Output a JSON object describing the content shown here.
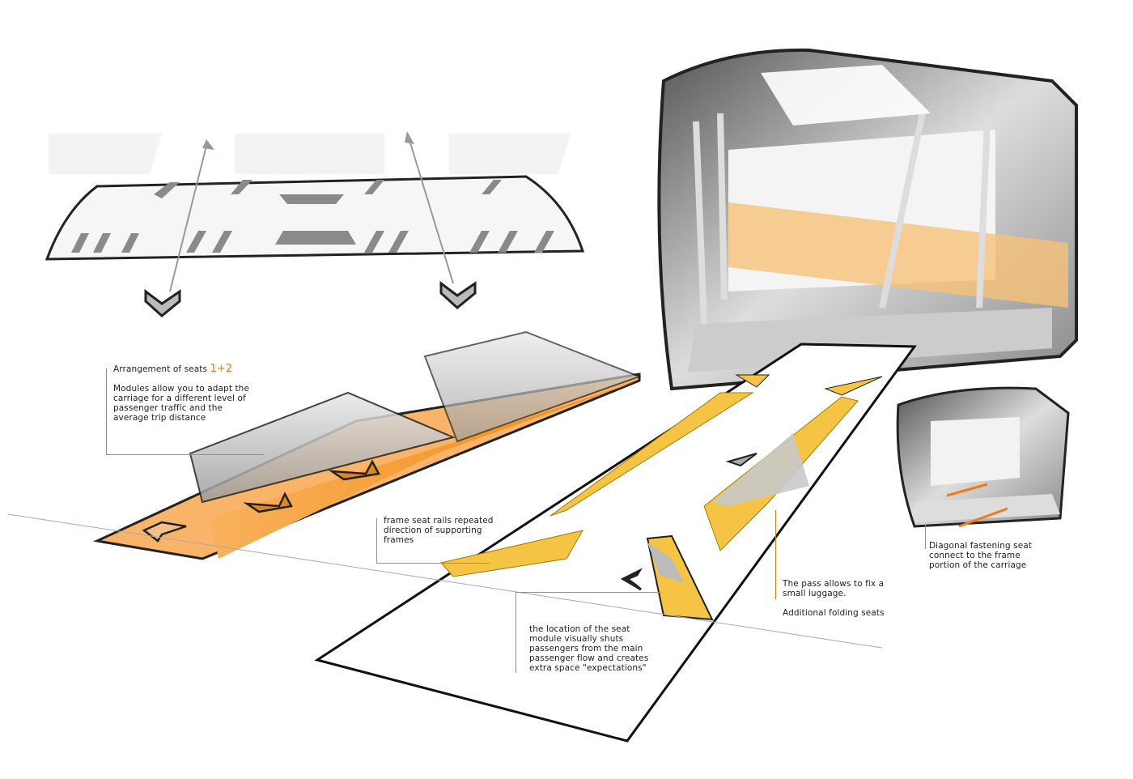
{
  "colors": {
    "accent": "#f07a1a",
    "orange_fill": "#f59a2a",
    "yellow_fill": "#f5c445",
    "grey": "#9a9a9a"
  },
  "annotations": {
    "seats_title": "Arrangement of seats ",
    "seats_accent": "1+2",
    "modules": "Modules allow you to adapt the carriage for a different level of passenger traffic and the average trip distance",
    "rails": "frame seat rails repeated direction of supporting frames",
    "location": "the location of the seat module visually shuts passengers from the main passenger flow and creates extra space \"expectations\"",
    "pass": "The pass allows to fix a small luggage.",
    "folding": "Additional folding seats",
    "diagonal": "Diagonal fastening seat connect to the frame portion of the carriage"
  }
}
